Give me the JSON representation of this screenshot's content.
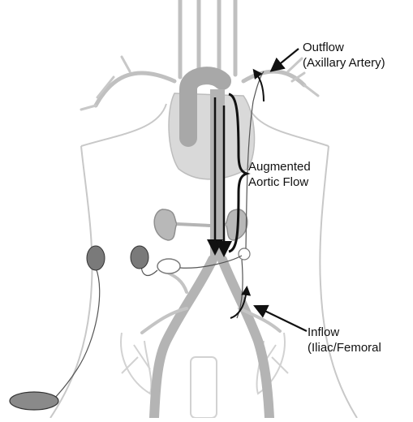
{
  "labels": {
    "outflow": {
      "line1": "Outflow",
      "line2": "(Axillary Artery)"
    },
    "augmented": {
      "line1": "Augmented",
      "line2": "Aortic Flow"
    },
    "inflow": {
      "line1": "Inflow",
      "line2": "(Iliac/Femoral"
    }
  },
  "colors": {
    "body_fill": "#ffffff",
    "body_outline": "#c8c8c8",
    "vessel": "#b4b4b4",
    "vessel_light": "#d2d2d2",
    "heart": "#d9d9d9",
    "aorta": "#a8a8a8",
    "kidney": "#b8b8b8",
    "pump": "#7a7a7a",
    "arrow": "#111111"
  }
}
